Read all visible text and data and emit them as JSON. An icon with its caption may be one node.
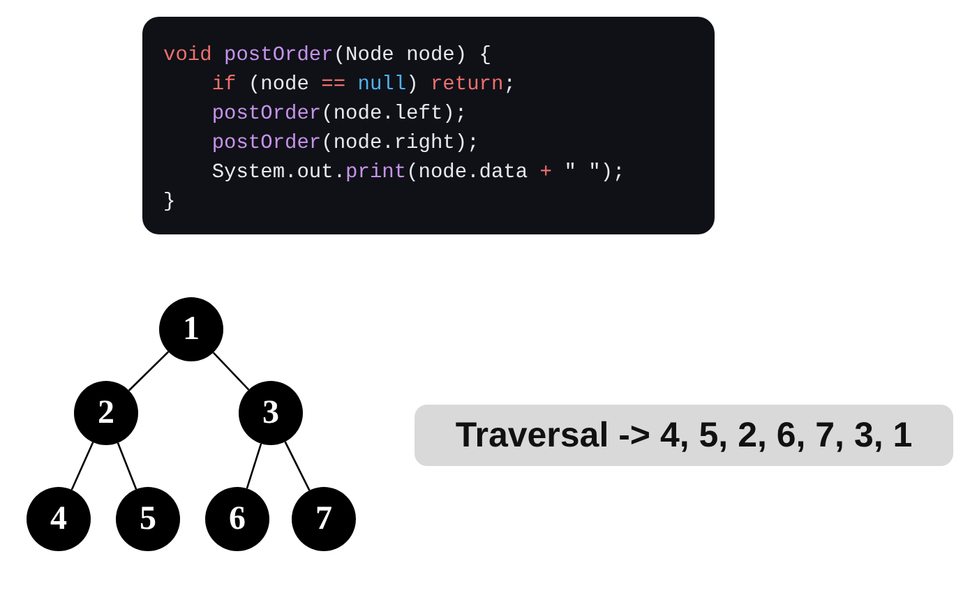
{
  "diagram": {
    "nodes": [
      {
        "text": [
          "void postOrder(Node node) {",
          "    if (node == null) return;",
          "    postOrder(node.left);",
          "    postOrder(node.right);",
          "    System.out.print(node.data + \" \");",
          "}"
        ]
      },
      {
        "text": [
          "1"
        ]
      },
      {
        "text": [
          "2"
        ]
      },
      {
        "text": [
          "3"
        ]
      },
      {
        "text": [
          "4"
        ]
      },
      {
        "text": [
          "5"
        ]
      },
      {
        "text": [
          "6"
        ]
      },
      {
        "text": [
          "7"
        ]
      },
      {
        "text": [
          "Traversal -> 4, 5, 2, 6, 7, 3, 1"
        ]
      }
    ],
    "edges": [
      {
        "from": 1,
        "to": 2,
        "arrow": "none"
      },
      {
        "from": 1,
        "to": 3,
        "arrow": "none"
      },
      {
        "from": 2,
        "to": 4,
        "arrow": "none"
      },
      {
        "from": 2,
        "to": 5,
        "arrow": "none"
      },
      {
        "from": 3,
        "to": 6,
        "arrow": "none"
      },
      {
        "from": 3,
        "to": 7,
        "arrow": "none"
      }
    ]
  }
}
